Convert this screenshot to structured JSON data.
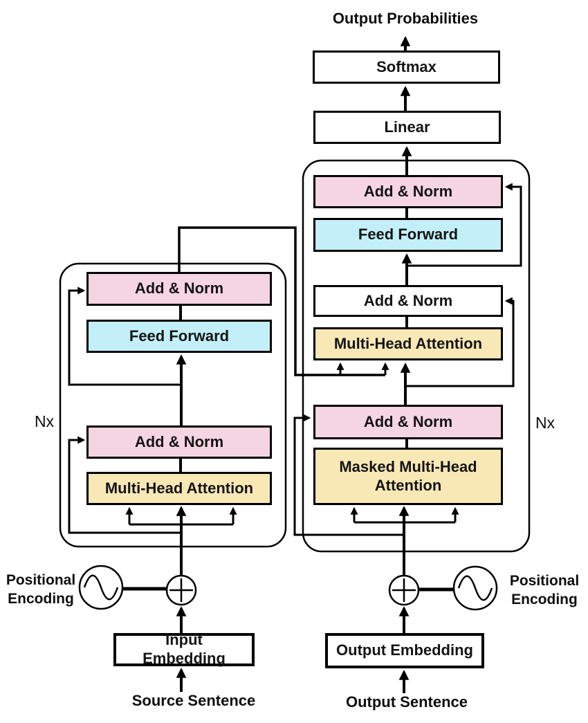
{
  "labels": {
    "output_probabilities": "Output Probabilities",
    "source_sentence": "Source Sentence",
    "output_sentence": "Output Sentence"
  },
  "output_head": {
    "softmax_label": "Softmax",
    "linear_label": "Linear"
  },
  "encoder": {
    "nx_label": "Nx",
    "blocks": [
      {
        "label": "Add & Norm",
        "color": "pink"
      },
      {
        "label": "Feed Forward",
        "color": "cyan"
      },
      {
        "label": "Add & Norm",
        "color": "pink"
      },
      {
        "label": "Multi-Head Attention",
        "color": "yellow"
      }
    ],
    "embedding_label": "Input Embedding",
    "positional_encoding": {
      "line1": "Positional",
      "line2": "Encoding"
    }
  },
  "decoder": {
    "nx_label": "Nx",
    "blocks": [
      {
        "label": "Add & Norm",
        "color": "pink"
      },
      {
        "label": "Feed Forward",
        "color": "cyan"
      },
      {
        "label": "Add & Norm",
        "color": "white"
      },
      {
        "label": "Multi-Head Attention",
        "color": "yellow"
      },
      {
        "label": "Add & Norm",
        "color": "pink"
      },
      {
        "label": "Masked Multi-Head Attention",
        "color": "yellow"
      }
    ],
    "embedding_label": "Output Embedding",
    "positional_encoding": {
      "line1": "Positional",
      "line2": "Encoding"
    }
  },
  "colors": {
    "pink": "#f6d5e2",
    "cyan": "#c3f0f8",
    "yellow": "#f8e8b5",
    "white": "#ffffff",
    "line": "#000000",
    "background": "#ffffff"
  },
  "icons": {
    "plus_operator": "plus-in-circle",
    "positional_encoding_icon": "sine-wave-in-circle"
  }
}
